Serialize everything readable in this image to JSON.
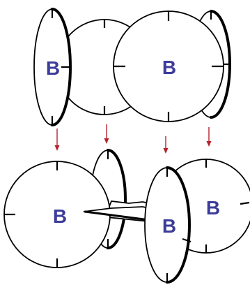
{
  "labels": {
    "top_left_disc": "B",
    "top_big_disc": "B",
    "bottom_left_disc": "B",
    "bottom_edge_disc": "B",
    "bottom_right_disc": "B"
  },
  "colors": {
    "label": "#3d3c99",
    "arrow": "#b5222b",
    "outline": "#000000"
  }
}
